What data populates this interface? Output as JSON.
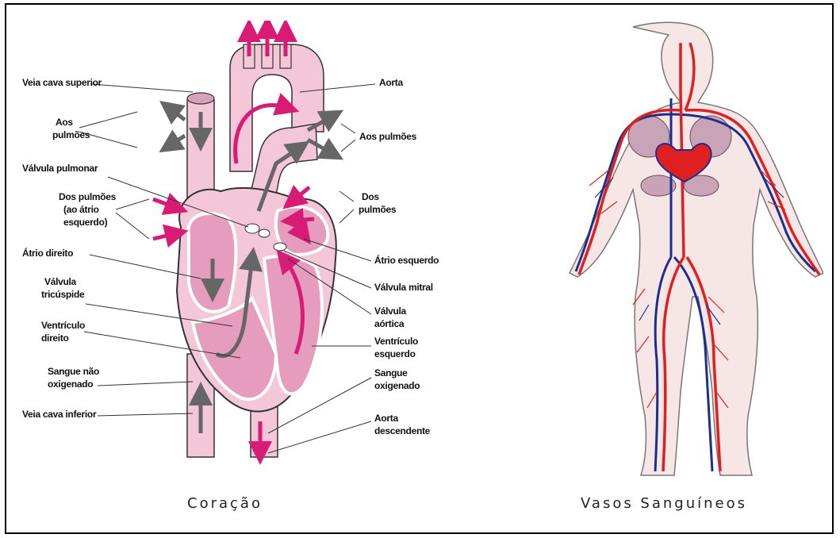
{
  "heart": {
    "caption": "Coração",
    "labels": {
      "veia_cava_superior": "Veia cava superior",
      "aos_pulmoes_left_1": "Aos",
      "aos_pulmoes_left_2": "pulmões",
      "valvula_pulmonar": "Válvula pulmonar",
      "dos_pulmoes_left_1": "Dos pulmões",
      "dos_pulmoes_left_2": "(ao átrio",
      "dos_pulmoes_left_3": "esquerdo)",
      "atrio_direito": "Átrio direito",
      "valvula_tricuspide_1": "Válvula",
      "valvula_tricuspide_2": "tricúspide",
      "ventriculo_direito_1": "Ventrículo",
      "ventriculo_direito_2": "direito",
      "sangue_nao_oxigenado_1": "Sangue não",
      "sangue_nao_oxigenado_2": "oxigenado",
      "veia_cava_inferior": "Veia cava inferior",
      "aorta": "Aorta",
      "aos_pulmoes_right": "Aos pulmões",
      "dos_pulmoes_right_1": "Dos",
      "dos_pulmoes_right_2": "pulmões",
      "atrio_esquerdo": "Átrio esquerdo",
      "valvula_mitral": "Válvula mitral",
      "valvula_aortica_1": "Válvula",
      "valvula_aortica_2": "aórtica",
      "ventriculo_esquerdo_1": "Ventrículo",
      "ventriculo_esquerdo_2": "esquerdo",
      "sangue_oxigenado_1": "Sangue",
      "sangue_oxigenado_2": "oxigenado",
      "aorta_descendente_1": "Aorta",
      "aorta_descendente_2": "descendente"
    }
  },
  "body": {
    "caption": "Vasos Sanguíneos"
  },
  "colors": {
    "tissue": "#f3c6d8",
    "tissue_dark": "#e59cbd",
    "arrow_oxygen": "#d81b74",
    "arrow_venous": "#666666",
    "artery": "#e02020",
    "vein": "#1c2f8c",
    "skin": "#f7e6e6"
  }
}
